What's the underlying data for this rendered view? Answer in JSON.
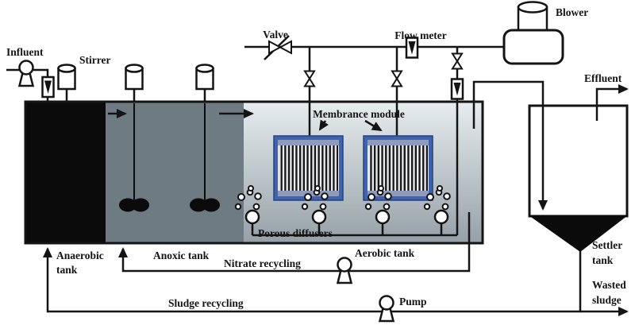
{
  "diagram": {
    "background_color": "#ffffff",
    "labels": {
      "influent": "Influent",
      "stirrer": "Stirrer",
      "valve": "Valve",
      "flow_meter": "Flow meter",
      "blower": "Blower",
      "effluent": "Effluent",
      "membrane_module": "Membrance module",
      "porous_diffusers": "Porous diffusers",
      "anaerobic_tank": [
        "Anaerobic",
        "tank"
      ],
      "anoxic_tank": "Anoxic tank",
      "aerobic_tank": "Aerobic tank",
      "nitrate_recycling": "Nitrate recycling",
      "sludge_recycling": "Sludge recycling",
      "pump": "Pump",
      "settler_tank": [
        "Settler",
        "tank"
      ],
      "wasted_sludge": [
        "Wasted",
        "sludge"
      ]
    },
    "colors": {
      "line": "#141414",
      "anaerobic_fill": "#0b0b0b",
      "anoxic_fill": "#6e7b83",
      "aerobic_top": "#e7edef",
      "aerobic_bottom": "#95a1a7",
      "membrane_frame": "#3f63ae",
      "membrane_band": "#8e9bba",
      "membrane_bg": "#e9ebef",
      "funnel_fill": "#0b0b0b"
    },
    "symbols": {
      "pump_icon": "circle-on-trapezoid",
      "valve_icon": "bowtie-with-diagonal-stem",
      "check_valve_icon": "vertical-hourglass",
      "flow_meter_icon": "rect-with-filled-down-triangle",
      "blower_icon": "cylinder-on-rounded-box",
      "stirrer_motor_icon": "cylinder-with-shaft",
      "diffuser_icon": "circle-with-bubbles",
      "membrane_module_icon": "blue-framed-striped-panel",
      "arrow_icon": "solid-triangle-arrowhead"
    }
  }
}
